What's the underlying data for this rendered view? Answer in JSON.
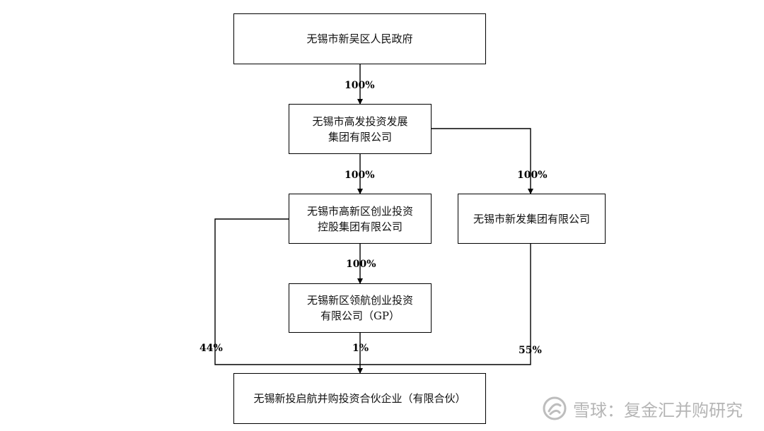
{
  "nodes": {
    "gov": {
      "lines": [
        "无锡市新吴区人民政府"
      ]
    },
    "gaofa": {
      "lines": [
        "无锡市高发投资发展",
        "集团有限公司"
      ]
    },
    "gaoxinqu": {
      "lines": [
        "无锡市高新区创业投资",
        "控股集团有限公司"
      ]
    },
    "xinfa": {
      "lines": [
        "无锡市新发集团有限公司"
      ]
    },
    "linghang": {
      "lines": [
        "无锡新区领航创业投资",
        "有限公司（GP）"
      ]
    },
    "fund": {
      "lines": [
        "无锡新投启航并购投资合伙企业（有限合伙）"
      ]
    }
  },
  "edges": {
    "gov_to_gaofa": "100%",
    "gaofa_to_gaoxinqu": "100%",
    "gaofa_to_xinfa": "100%",
    "gaoxinqu_to_linghang": "100%",
    "gaoxinqu_to_fund": "44%",
    "linghang_to_fund": "1%",
    "xinfa_to_fund": "55%"
  },
  "watermark": {
    "text": "雪球：复金汇并购研究"
  }
}
